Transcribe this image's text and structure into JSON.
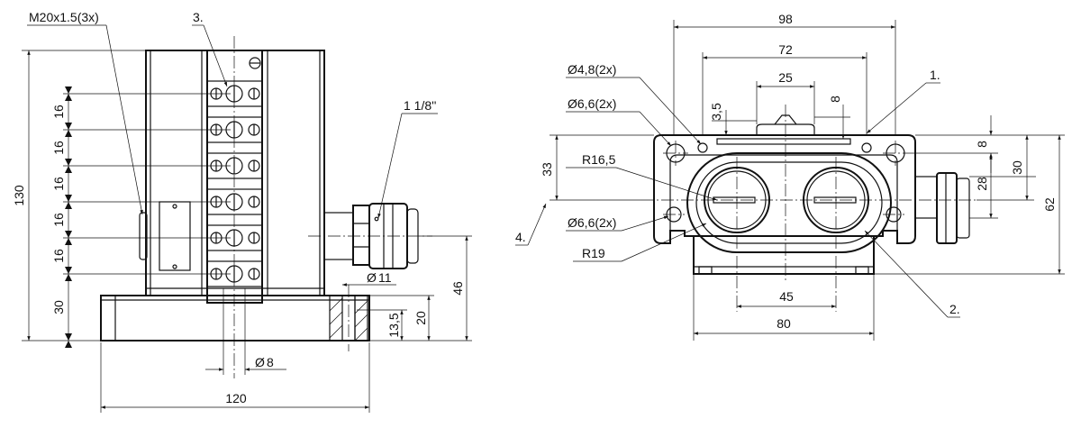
{
  "side_view": {
    "thread_label": "M20x1.5(3x)",
    "ref_terminal": "3.",
    "ref_gland": "1 1/8''",
    "pitch_labels": [
      "16",
      "16",
      "16",
      "16",
      "16"
    ],
    "base_height": "30",
    "overall_height": "130",
    "overall_width": "120",
    "pin_dia": "8",
    "hole_dia": "11",
    "counterbore_depth": "13,5",
    "hole_depth": "20",
    "gland_height": "46",
    "dia_symbol": "Ø"
  },
  "front_view": {
    "overall_width": "98",
    "hole_spacing_top": "72",
    "slot_width": "25",
    "slot_offset": "8",
    "top_offset": "3,5",
    "mount_hole_small": "Ø4,8(2x)",
    "mount_hole_large_top": "Ø6,6(2x)",
    "mount_hole_large_bottom": "Ø6,6(2x)",
    "radius_inner": "R16,5",
    "radius_outer": "R19",
    "height_left": "33",
    "ref_1": "1.",
    "ref_2": "2.",
    "ref_4": "4.",
    "right_top": "8",
    "right_mid": "30",
    "right_lower": "28",
    "right_overall": "62",
    "bottom_inner": "45",
    "bottom_outer": "80"
  }
}
